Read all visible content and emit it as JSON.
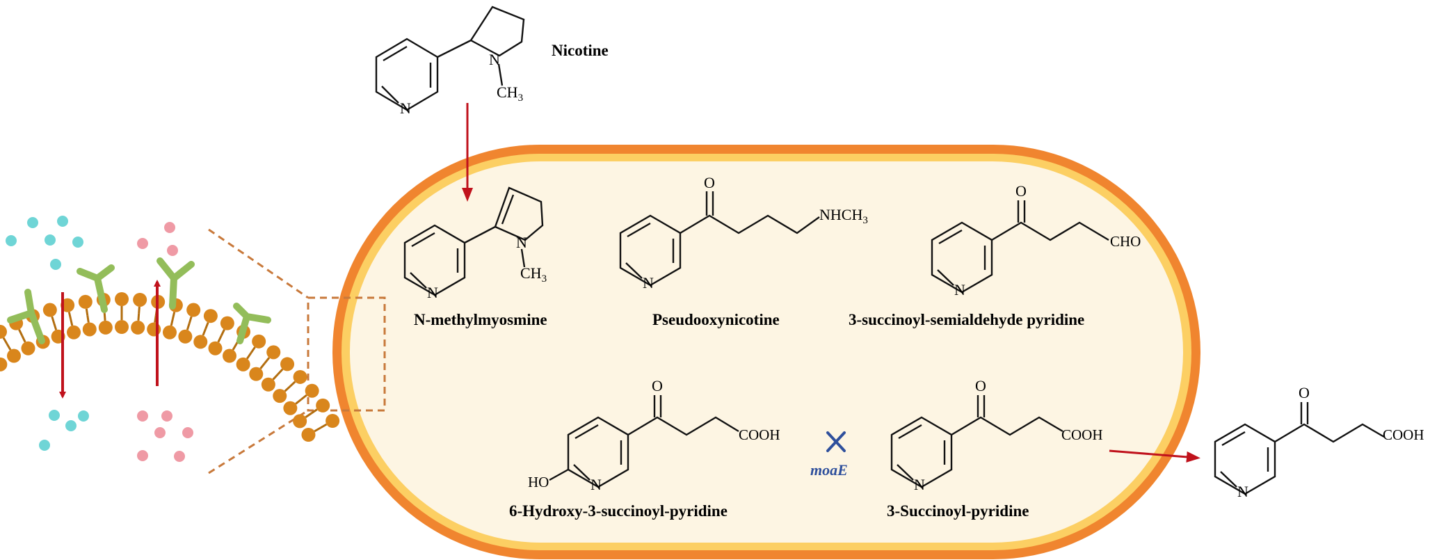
{
  "labels": {
    "nicotine": "Nicotine",
    "n_methylmyosmine": "N-methylmyosmine",
    "pseudooxynicotine": "Pseudooxynicotine",
    "succinoyl_semialdehyde": "3-succinoyl-semialdehyde pyridine",
    "succinoyl_pyridine": "3-Succinoyl-pyridine",
    "hydroxy_succinoyl": "6-Hydroxy-3-succinoyl-pyridine"
  },
  "gene": "moaE",
  "atoms": {
    "N": "N",
    "O": "O",
    "CH": "CH",
    "three": "3",
    "NHCH": "NHCH",
    "CHO": "CHO",
    "COOH": "COOH",
    "HO": "HO"
  },
  "colors": {
    "cell_outer": "#f0852f",
    "cell_inner": "#fccf63",
    "cytoplasm": "#fdf5e3",
    "arrow_transport": "#c0121c",
    "arrow_pathway": "#111111",
    "blocked_x": "#2e4f9c",
    "lipid_head": "#d9861c",
    "lipid_tail": "#b26d0f",
    "glycan": "#93bd5a",
    "cyan_dot": "#6fd5d6",
    "pink_dot": "#ef9aa5",
    "dash": "#c8793b"
  }
}
